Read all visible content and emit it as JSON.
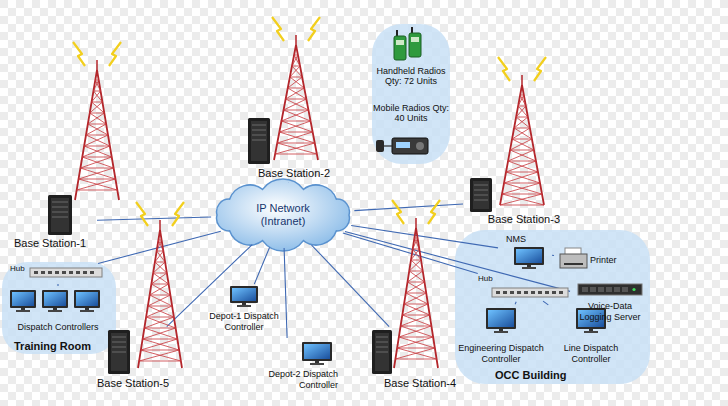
{
  "diagram": {
    "nodes": [
      {
        "text": [
          "Base Station-2"
        ]
      },
      {
        "text": [
          "Handheld Radios Qty: 72 Units",
          "Mobile Radios Qty: 40 Units"
        ]
      },
      {
        "text": [
          "Base Station-1"
        ]
      },
      {
        "text": [
          "IP Network (Intranet)"
        ]
      },
      {
        "text": [
          "Base Station-3"
        ]
      },
      {
        "text": [
          "Training Room"
        ]
      },
      {
        "text": [
          "Hub"
        ],
        "in": 5
      },
      {
        "text": [
          "Dispatch Controllers"
        ],
        "in": 5
      },
      {
        "text": [
          "Depot-1 Dispatch Controller"
        ]
      },
      {
        "text": [
          "OCC Building"
        ]
      },
      {
        "text": [
          "NMS"
        ],
        "in": 9
      },
      {
        "text": [
          "Printer"
        ],
        "in": 9
      },
      {
        "text": [
          "Hub"
        ],
        "in": 9
      },
      {
        "text": [
          "Voice-Data Logging Server"
        ],
        "in": 9
      },
      {
        "text": [
          "Engineering Dispatch Controller"
        ],
        "in": 9
      },
      {
        "text": [
          "Line Dispatch Controller"
        ],
        "in": 9
      },
      {
        "text": [
          "Depot-2 Dispatch Controller"
        ]
      },
      {
        "text": [
          "Base Station-5"
        ]
      },
      {
        "text": [
          "Base Station-4"
        ]
      }
    ],
    "edges": [
      {
        "from": 3,
        "to": 0,
        "arrow": "none"
      },
      {
        "from": 3,
        "to": 2,
        "arrow": "none"
      },
      {
        "from": 3,
        "to": 4,
        "arrow": "none"
      },
      {
        "from": 3,
        "to": 6,
        "arrow": "none"
      },
      {
        "from": 3,
        "to": 17,
        "arrow": "none"
      },
      {
        "from": 3,
        "to": 8,
        "arrow": "none"
      },
      {
        "from": 3,
        "to": 16,
        "arrow": "none"
      },
      {
        "from": 3,
        "to": 18,
        "arrow": "none"
      },
      {
        "from": 3,
        "to": 10,
        "arrow": "none"
      },
      {
        "from": 3,
        "to": 12,
        "arrow": "none"
      },
      {
        "from": 3,
        "to": 13,
        "arrow": "none"
      },
      {
        "from": 6,
        "to": 7,
        "arrow": "none"
      },
      {
        "from": 12,
        "to": 14,
        "arrow": "none"
      },
      {
        "from": 12,
        "to": 15,
        "arrow": "none"
      },
      {
        "from": 10,
        "to": 11,
        "arrow": "none"
      }
    ]
  }
}
